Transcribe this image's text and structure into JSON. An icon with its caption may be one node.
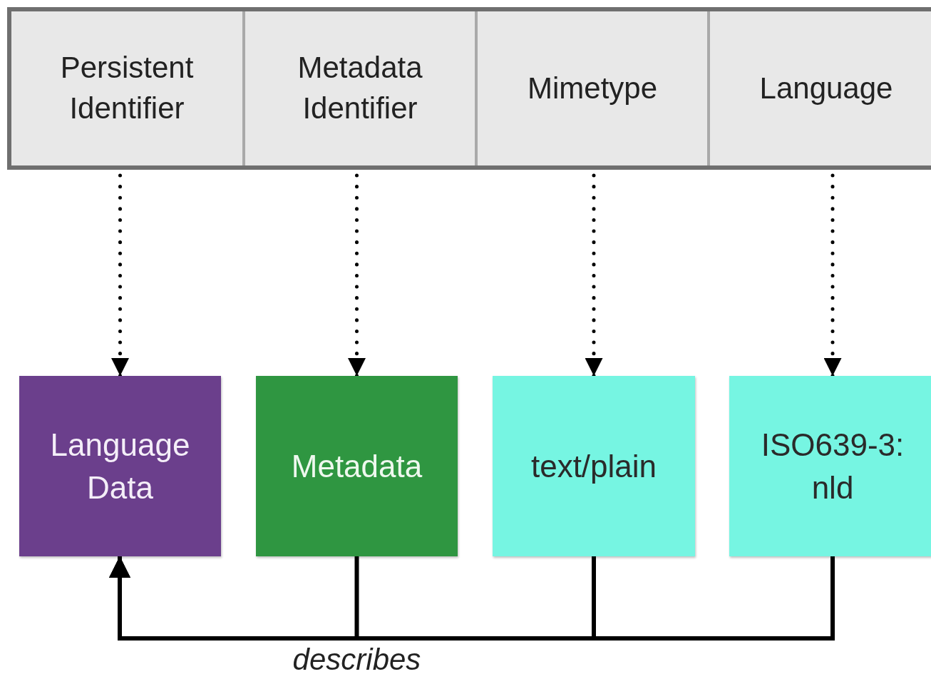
{
  "diagram": {
    "nodes": [
      {
        "text": [],
        "shape": "box"
      },
      {
        "text": [
          "Persistent Identifier"
        ],
        "in": 0
      },
      {
        "text": [
          "Metadata Identifier"
        ],
        "in": 0
      },
      {
        "text": [
          "Mimetype"
        ],
        "in": 0
      },
      {
        "text": [
          "Language"
        ],
        "in": 0
      },
      {
        "text": [
          "Language Data"
        ]
      },
      {
        "text": [
          "Metadata"
        ]
      },
      {
        "text": [
          "text/plain"
        ]
      },
      {
        "text": [
          "ISO639-3: nld"
        ]
      }
    ],
    "edges": [
      {
        "from": 1,
        "to": 5,
        "arrow": "to",
        "style": "dashed"
      },
      {
        "from": 2,
        "to": 6,
        "arrow": "to",
        "style": "dashed"
      },
      {
        "from": 3,
        "to": 7,
        "arrow": "to",
        "style": "dashed"
      },
      {
        "from": 4,
        "to": 8,
        "arrow": "to",
        "style": "dashed"
      },
      {
        "from": 6,
        "to": 5,
        "arrow": "to",
        "label": "describes"
      },
      {
        "from": 7,
        "to": 5,
        "arrow": "to"
      },
      {
        "from": 8,
        "to": 5,
        "arrow": "to"
      }
    ]
  }
}
